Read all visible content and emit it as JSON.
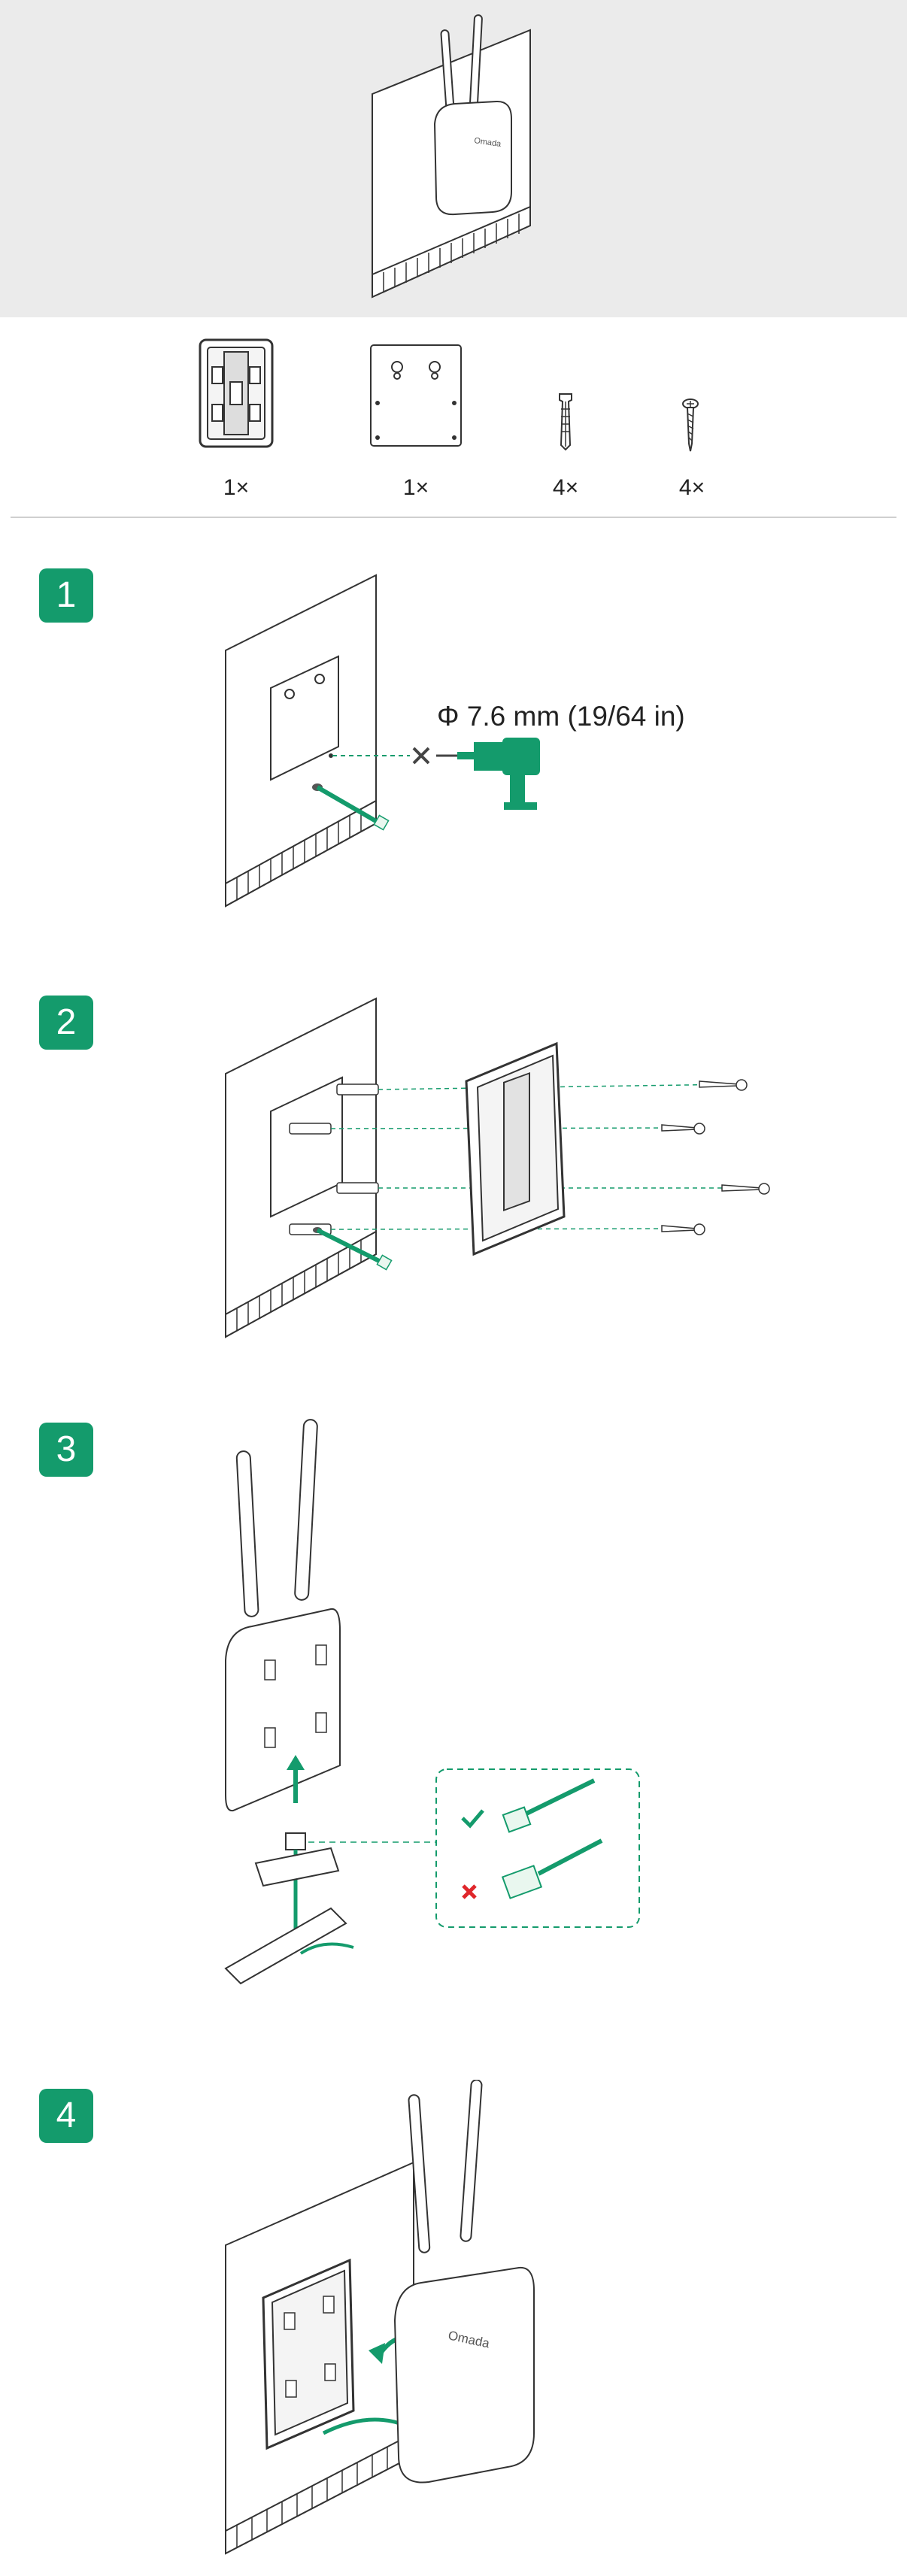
{
  "accessories": [
    {
      "name": "mounting-bracket",
      "qty": "1×"
    },
    {
      "name": "drilling-template",
      "qty": "1×"
    },
    {
      "name": "plastic-anchor",
      "qty": "4×"
    },
    {
      "name": "screw",
      "qty": "4×"
    }
  ],
  "device_logo": "Omada",
  "steps": [
    {
      "number": "1",
      "drill_label": "Φ 7.6 mm (19/64 in)"
    },
    {
      "number": "2"
    },
    {
      "number": "3"
    },
    {
      "number": "4"
    }
  ],
  "colors": {
    "accent": "#149b6c",
    "hero_background": "#ebebeb",
    "line": "#333333",
    "cross": "#e0262b"
  },
  "icons": [
    "check-icon",
    "cross-icon",
    "drill-icon"
  ]
}
